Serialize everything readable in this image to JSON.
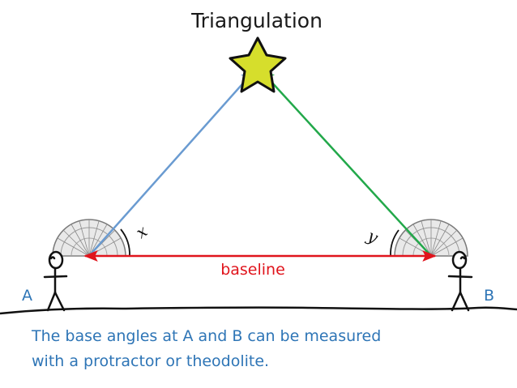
{
  "title": "Triangulation",
  "labels": {
    "point_a": "A",
    "point_b": "B",
    "angle_x": "x",
    "angle_y": "y",
    "baseline": "baseline"
  },
  "caption": {
    "line1": "The base angles at A and B can be measured",
    "line2": "with a protractor or theodolite."
  },
  "colors": {
    "left_sight_line": "#6a9bd1",
    "right_sight_line": "#22a84a",
    "baseline": "#e0141c",
    "star_fill": "#d6de2c",
    "caption_text": "#2e75b6",
    "baseline_text": "#e0141c"
  },
  "icons": [
    "star-icon",
    "stick-figure-icon",
    "protractor-icon"
  ]
}
